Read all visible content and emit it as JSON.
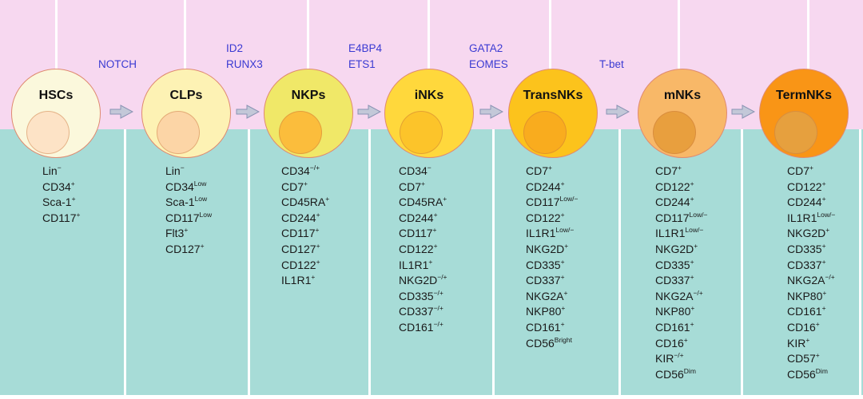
{
  "colors": {
    "top_band": "#f7d8f0",
    "bottom_band": "#a7dcd7",
    "factor_text": "#3a3ad2"
  },
  "stages": [
    {
      "name": "HSCs",
      "fill": "#fbf8dc",
      "inner": "#fde3c6",
      "markers": [
        [
          "Lin",
          "−"
        ],
        [
          "CD34",
          "+"
        ],
        [
          "Sca-1",
          "+"
        ],
        [
          "CD117",
          "+"
        ]
      ]
    },
    {
      "name": "CLPs",
      "fill": "#fdf2b4",
      "inner": "#fcd5a6",
      "markers": [
        [
          "Lin",
          "−"
        ],
        [
          "CD34",
          "Low"
        ],
        [
          "Sca-1",
          "Low"
        ],
        [
          "CD117",
          "Low"
        ],
        [
          "Flt3",
          "+"
        ],
        [
          "CD127",
          "+"
        ]
      ]
    },
    {
      "name": "NKPs",
      "fill": "#f0e868",
      "inner": "#fbbd3c",
      "markers": [
        [
          "CD34",
          "−/+"
        ],
        [
          "CD7",
          "+"
        ],
        [
          "CD45RA",
          "+"
        ],
        [
          "CD244",
          "+"
        ],
        [
          "CD117",
          "+"
        ],
        [
          "CD127",
          "+"
        ],
        [
          "CD122",
          "+"
        ],
        [
          "IL1R1",
          "+"
        ]
      ]
    },
    {
      "name": "iNKs",
      "fill": "#ffd83c",
      "inner": "#fcc42a",
      "markers": [
        [
          "CD34",
          "−"
        ],
        [
          "CD7",
          "+"
        ],
        [
          "CD45RA",
          "+"
        ],
        [
          "CD244",
          "+"
        ],
        [
          "CD117",
          "+"
        ],
        [
          "CD122",
          "+"
        ],
        [
          "IL1R1",
          "+"
        ],
        [
          "NKG2D",
          "−/+"
        ],
        [
          "CD335",
          "−/+"
        ],
        [
          "CD337",
          "−/+"
        ],
        [
          "CD161",
          "−/+"
        ]
      ]
    },
    {
      "name": "TransNKs",
      "fill": "#fcc31c",
      "inner": "#f9ac1e",
      "markers": [
        [
          "CD7",
          "+"
        ],
        [
          "CD244",
          "+"
        ],
        [
          "CD117",
          "Low/−"
        ],
        [
          "CD122",
          "+"
        ],
        [
          "IL1R1",
          "Low/−"
        ],
        [
          "NKG2D",
          "+"
        ],
        [
          "CD335",
          "+"
        ],
        [
          "CD337",
          "+"
        ],
        [
          "NKG2A",
          "+"
        ],
        [
          "NKP80",
          "+"
        ],
        [
          "CD161",
          "+"
        ],
        [
          "CD56",
          "Bright"
        ]
      ]
    },
    {
      "name": "mNKs",
      "fill": "#f8b868",
      "inner": "#e89f3e",
      "markers": [
        [
          "CD7",
          "+"
        ],
        [
          "CD122",
          "+"
        ],
        [
          "CD244",
          "+"
        ],
        [
          "CD117",
          "Low/−"
        ],
        [
          "IL1R1",
          "Low/−"
        ],
        [
          "NKG2D",
          "+"
        ],
        [
          "CD335",
          "+"
        ],
        [
          "CD337",
          "+"
        ],
        [
          "NKG2A",
          "−/+"
        ],
        [
          "NKP80",
          "+"
        ],
        [
          "CD161",
          "+"
        ],
        [
          "CD16",
          "+"
        ],
        [
          "KIR",
          "−/+"
        ],
        [
          "CD56",
          "Dim"
        ]
      ]
    },
    {
      "name": "TermNKs",
      "fill": "#f99516",
      "inner": "#e6a03e",
      "markers": [
        [
          "CD7",
          "+"
        ],
        [
          "CD122",
          "+"
        ],
        [
          "CD244",
          "+"
        ],
        [
          "IL1R1",
          "Low/−"
        ],
        [
          "NKG2D",
          "+"
        ],
        [
          "CD335",
          "+"
        ],
        [
          "CD337",
          "+"
        ],
        [
          "NKG2A",
          "−/+"
        ],
        [
          "NKP80",
          "+"
        ],
        [
          "CD161",
          "+"
        ],
        [
          "CD16",
          "+"
        ],
        [
          "KIR",
          "+"
        ],
        [
          "CD57",
          "+"
        ],
        [
          "CD56",
          "Dim"
        ]
      ]
    }
  ],
  "factors": [
    {
      "lines": [
        "NOTCH"
      ]
    },
    {
      "lines": [
        "ID2",
        "RUNX3"
      ]
    },
    {
      "lines": [
        "E4BP4",
        "ETS1"
      ]
    },
    {
      "lines": [
        "GATA2",
        "EOMES"
      ]
    },
    {
      "lines": [
        "T-bet"
      ]
    }
  ]
}
